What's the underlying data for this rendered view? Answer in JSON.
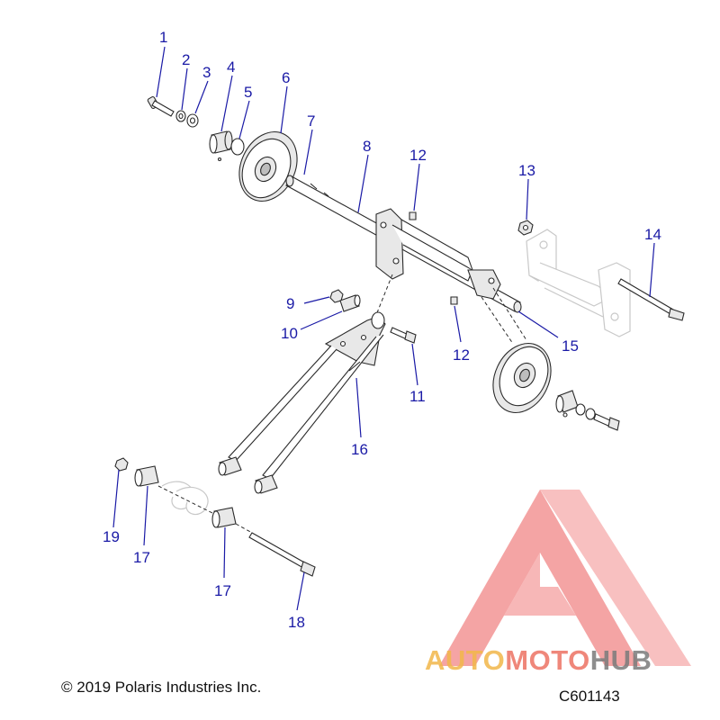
{
  "callouts": [
    "1",
    "2",
    "3",
    "4",
    "5",
    "6",
    "7",
    "8",
    "12",
    "13",
    "14",
    "9",
    "10",
    "11",
    "12",
    "15",
    "16",
    "19",
    "17",
    "17",
    "18"
  ],
  "footer": {
    "copyright": "© 2019 Polaris Industries Inc.",
    "figure_id": "C601143"
  },
  "watermark": {
    "brand_part1": "AUTO",
    "brand_part2": "MOTO",
    "brand_part3": "HUB",
    "colors": {
      "triangle": "#ec5a5a",
      "auto": "#f2b74a",
      "moto": "#ec6a5a",
      "hub": "#7b7b7b"
    }
  },
  "colors": {
    "callout": "#1a1aa6",
    "line": "#2a2a2a"
  }
}
